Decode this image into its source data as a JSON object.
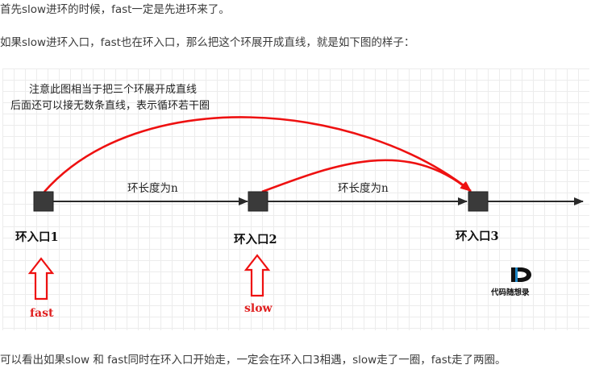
{
  "text": {
    "intro": "首先slow进环的时候，fast一定是先进环来了。",
    "setup": "如果slow进环入口，fast也在环入口，那么把这个环展开成直线，就是如下图的样子：",
    "conclusion": "可以看出如果slow 和 fast同时在环入口开始走，一定会在环入口3相遇，slow走了一圈，fast走了两圈。"
  },
  "diagram": {
    "note_line1": "注意此图相当于把三个环展开成直线",
    "note_line2": "后面还可以接无数条直线，表示循环若干圈",
    "segment_label_1": "环长度为n",
    "segment_label_2": "环长度为n",
    "node1_label": "环入口1",
    "node2_label": "环入口2",
    "node3_label": "环入口3",
    "fast_label": "fast",
    "slow_label": "slow",
    "logo_text": "代码随想录",
    "colors": {
      "path": "#ee1111",
      "line": "#2a2a2a",
      "node": "#3a3a3a"
    }
  }
}
